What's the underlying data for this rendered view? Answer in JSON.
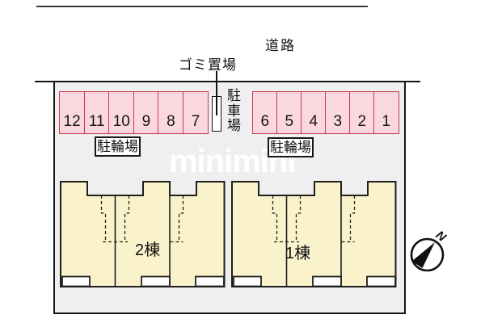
{
  "road": {
    "label": "道路"
  },
  "garbage": {
    "label": "ゴミ置場"
  },
  "parking_lot": {
    "label": "駐車場"
  },
  "bicycle_parking": {
    "left_label": "駐輪場",
    "right_label": "駐輪場"
  },
  "parking": {
    "left_stalls": [
      "12",
      "11",
      "10",
      "9",
      "8",
      "7"
    ],
    "right_stalls": [
      "6",
      "5",
      "4",
      "3",
      "2",
      "1"
    ]
  },
  "buildings": [
    {
      "label": "2棟"
    },
    {
      "label": "1棟"
    }
  ],
  "compass": {
    "label": "N"
  },
  "watermark": {
    "text": "minimini"
  },
  "colors": {
    "site_fill": "#efefef",
    "stall_fill": "#fbd8df",
    "stall_border": "#c8394b",
    "building_fill": "#faf2cb",
    "line": "#161616",
    "road_line": "#3a3a3a",
    "watermark": "#ffffff"
  }
}
